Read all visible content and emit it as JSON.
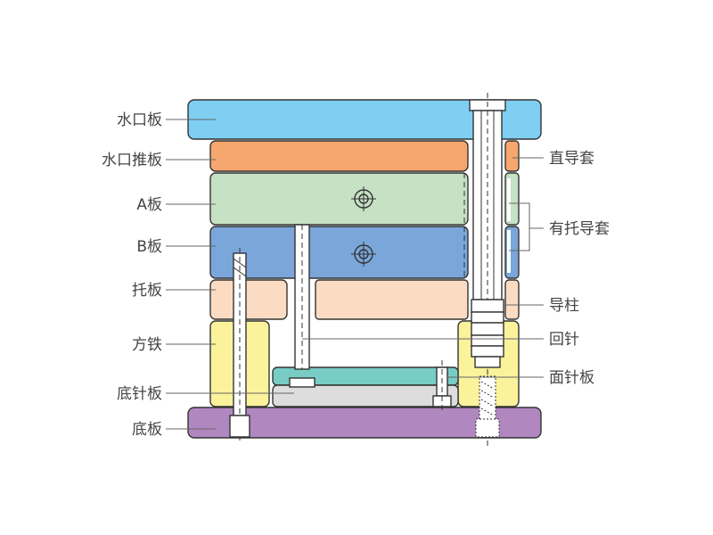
{
  "labels_left": {
    "sprue_plate": "水口板",
    "stripper_plate": "水口推板",
    "a_plate": "A板",
    "b_plate": "B板",
    "support_plate": "托板",
    "spacer_block": "方铁",
    "ejector_retainer_plate": "底针板",
    "bottom_plate": "底板"
  },
  "labels_right": {
    "straight_bushing": "直导套",
    "flanged_bushing": "有托导套",
    "guide_pillar": "导柱",
    "return_pin": "回针",
    "ejector_plate": "面针板"
  },
  "colors": {
    "sprue_plate": "#7fcff3",
    "stripper_plate": "#f6a66f",
    "a_plate": "#c6e1c4",
    "b_plate": "#7aa6da",
    "support_plate": "#fbdcc3",
    "spacer_block": "#fbf29c",
    "ejector_plate": "#77ccc4",
    "ejector_retainer_plate": "#dddddd",
    "bottom_plate": "#b187c0",
    "outline": "#333333",
    "leader": "#666666",
    "label_text": "#444444"
  }
}
